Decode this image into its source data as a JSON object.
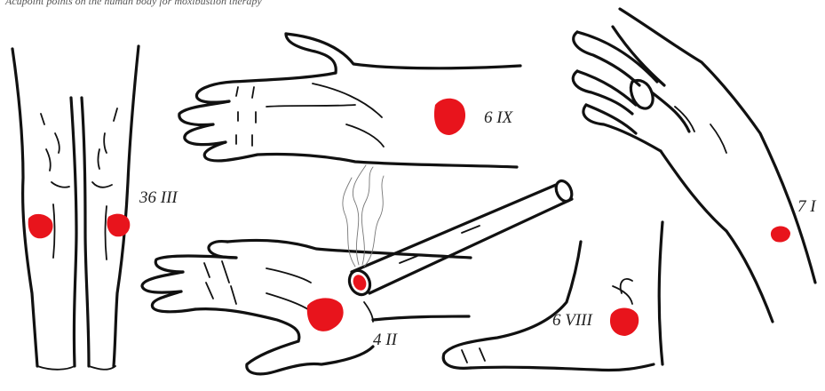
{
  "caption": "Acupoint points on the human body for moxibustion therapy",
  "colors": {
    "ink": "#111111",
    "mark": "#e8141c",
    "background": "#ffffff"
  },
  "points": [
    {
      "id": "legs",
      "label": "36 III"
    },
    {
      "id": "palm",
      "label": "6 IX"
    },
    {
      "id": "wrist",
      "label": "7 I"
    },
    {
      "id": "hand",
      "label": "4 II"
    },
    {
      "id": "foot",
      "label": "6 VIII"
    }
  ]
}
